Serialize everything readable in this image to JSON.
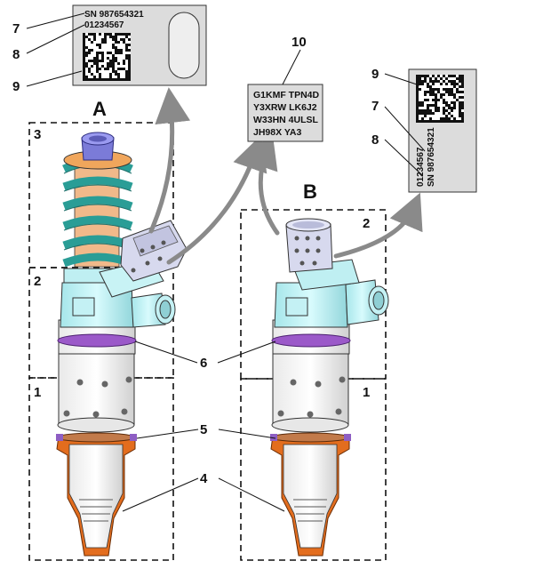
{
  "injector_a": {
    "label": "A"
  },
  "injector_b": {
    "label": "B"
  },
  "callouts": {
    "n1": "1",
    "n2": "2",
    "n3": "3",
    "n4": "4",
    "n5": "5",
    "n6": "6",
    "n7": "7",
    "n8": "8",
    "n9": "9",
    "n10": "10"
  },
  "label_a": {
    "serial": "SN 987654321",
    "part": "01234567"
  },
  "label_b": {
    "serial": "SN 987654321",
    "part": "01234567"
  },
  "trim_code": {
    "lines": [
      "G1KMF TPN4D",
      "Y3XRW LK6J2",
      "W33HN 4ULSL",
      "JH98X YA3"
    ]
  },
  "colors": {
    "spring": "#2a9d96",
    "cap": "#7b7bd8",
    "body": "#bfeff2",
    "ring": "#9b59c9",
    "nozzle": "#e36d1e",
    "arrow": "#8a8a8a",
    "label_bg": "#dcdcdc"
  }
}
